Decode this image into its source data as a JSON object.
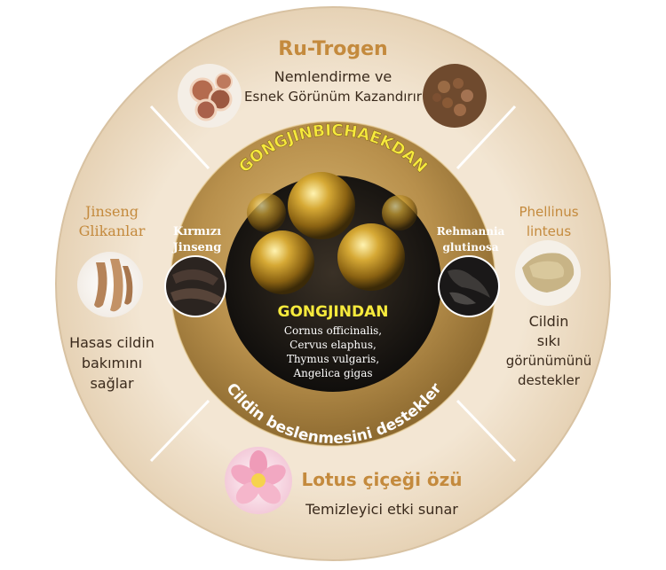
{
  "colors": {
    "outer_ring": "#efe0cb",
    "outer_ring_edge": "#d9c3a4",
    "gold_ring": "#b99048",
    "gold_ring_light": "#d8b470",
    "center_dark": "#1a1714",
    "title_gold": "#c8913a",
    "highlight_yellow": "#f5e83a",
    "text_dark": "#3a2a1c",
    "white": "#ffffff"
  },
  "top": {
    "title": "Ru-Trogen",
    "line1": "Nemlendirme ve",
    "line2": "Esnek Görünüm Kazandırır"
  },
  "left": {
    "title_line1": "Jinseng",
    "title_line2": "Glikanlar",
    "desc_line1": "Hasas cildin",
    "desc_line2": "bakımını",
    "desc_line3": "sağlar"
  },
  "right": {
    "title_line1": "Phellinus",
    "title_line2": "linteus",
    "desc_line1": "Cildin",
    "desc_line2": "sıkı",
    "desc_line3": "görünümünü",
    "desc_line4": "destekler"
  },
  "bottom": {
    "title": "Lotus çiçeği özü",
    "subtitle": "Temizleyici etki sunar"
  },
  "inner": {
    "arc_top": "GONGJINBICHAEKDAN",
    "arc_bottom": "Cildin beslenmesini destekler",
    "left_line1": "Kırmızı",
    "left_line2": "Jinseng",
    "right_line1": "Rehmannia",
    "right_line2": "glutinosa"
  },
  "center": {
    "title": "GONGJINDAN",
    "line1": "Cornus officinalis,",
    "line2": "Cervus elaphus,",
    "line3": "Thymus vulgaris,",
    "line4": "Angelica gigas"
  }
}
